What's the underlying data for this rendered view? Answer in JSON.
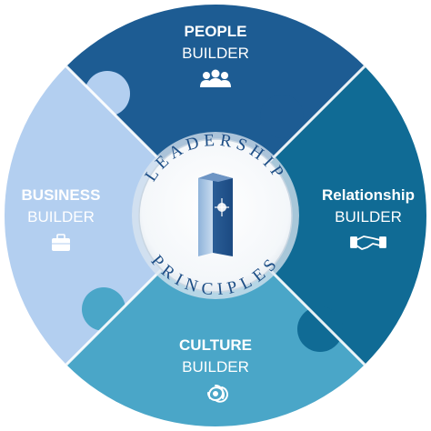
{
  "center": {
    "arc_top": "LEADERSHIP",
    "arc_bottom": "PRINCIPLES"
  },
  "segments": {
    "people": {
      "title": "PEOPLE",
      "subtitle": "BUILDER",
      "icon": "people-icon",
      "color": "#1d5c93"
    },
    "relationship": {
      "title": "Relationship",
      "subtitle": "BUILDER",
      "icon": "handshake-icon",
      "color": "#106b95"
    },
    "culture": {
      "title": "CULTURE",
      "subtitle": "BUILDER",
      "icon": "culture-swirl-icon",
      "color": "#4aa6c8"
    },
    "business": {
      "title": "BUSINESS",
      "subtitle": "BUILDER",
      "icon": "briefcase-icon",
      "color": "#b3cff0"
    }
  },
  "colors": {
    "center_ring": "#dbe6f0",
    "center_disc": "#ffffff",
    "text_navy": "#1d4e86"
  }
}
